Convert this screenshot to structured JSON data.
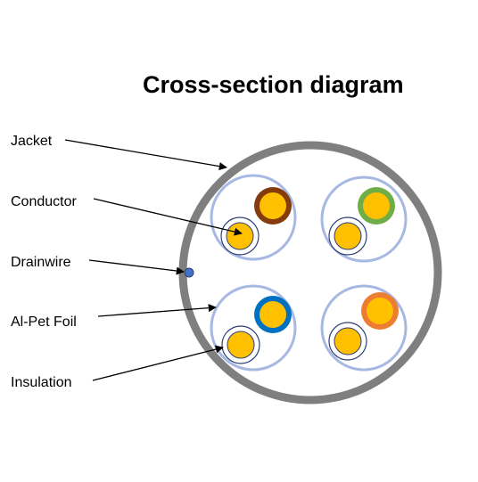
{
  "title": "Cross-section diagram",
  "labels": {
    "jacket": "Jacket",
    "conductor": "Conductor",
    "drainwire": "Drainwire",
    "foil": "Al-Pet Foil",
    "insulation": "Insulation"
  },
  "colors": {
    "jacket": "#7f7f7f",
    "foil": "#a7b9e3",
    "conductor": "#ffc000",
    "drainwire": "#4472c4",
    "plain_insulation": "#2f3f73",
    "pairs": [
      "#843c0c",
      "#70ad47",
      "#0070c0",
      "#ed7d31"
    ]
  },
  "icons": {
    "arrow": "arrowhead"
  }
}
